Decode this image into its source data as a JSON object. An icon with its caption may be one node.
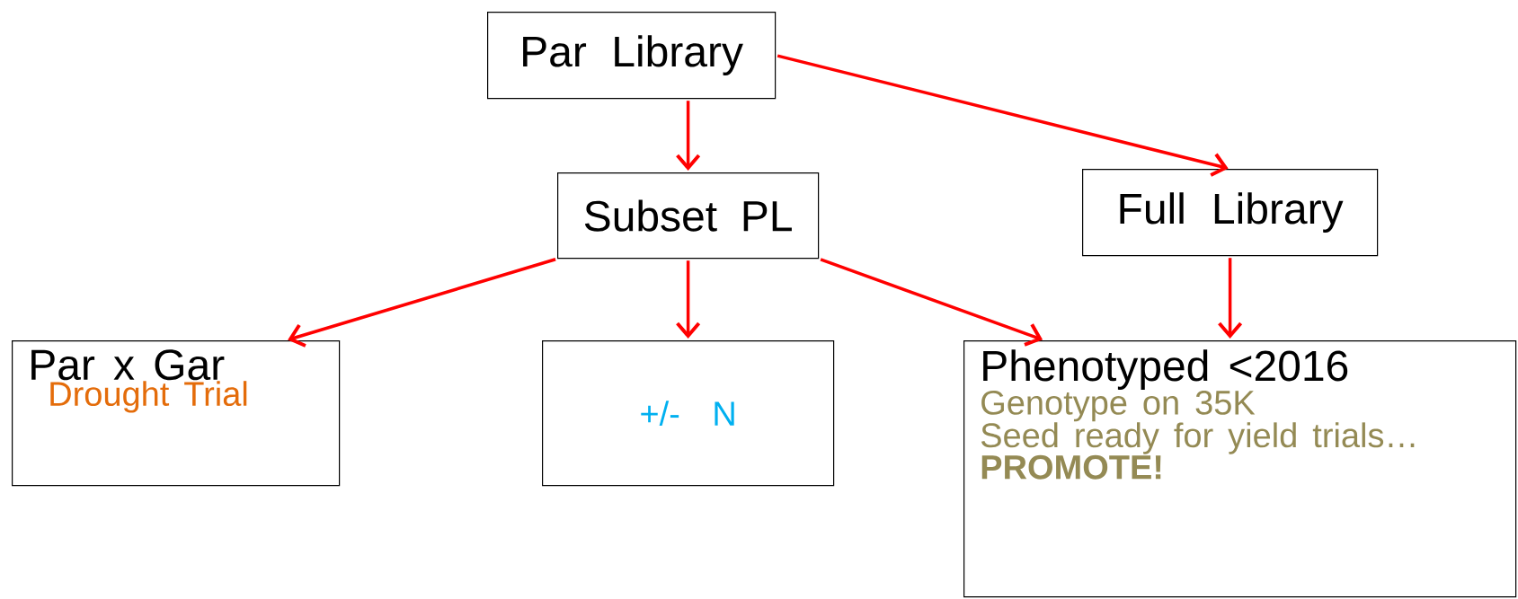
{
  "diagram": {
    "nodes": [
      {
        "text": [
          "Par Library"
        ]
      },
      {
        "text": [
          "Subset PL"
        ]
      },
      {
        "text": [
          "Full Library"
        ]
      },
      {
        "text": [
          "Par x Gar",
          "Drought Trial"
        ]
      },
      {
        "text": [
          "+/- N"
        ]
      },
      {
        "text": [
          "Phenotyped <2016",
          "Genotype on 35K",
          "Seed ready for yield trials…",
          "**PROMOTE!**"
        ]
      }
    ],
    "edges": [
      {
        "from": 0,
        "to": 1,
        "arrow": "to"
      },
      {
        "from": 0,
        "to": 2,
        "arrow": "to"
      },
      {
        "from": 1,
        "to": 3,
        "arrow": "to"
      },
      {
        "from": 1,
        "to": 4,
        "arrow": "to"
      },
      {
        "from": 1,
        "to": 5,
        "arrow": "to"
      },
      {
        "from": 2,
        "to": 5,
        "arrow": "to"
      }
    ]
  }
}
